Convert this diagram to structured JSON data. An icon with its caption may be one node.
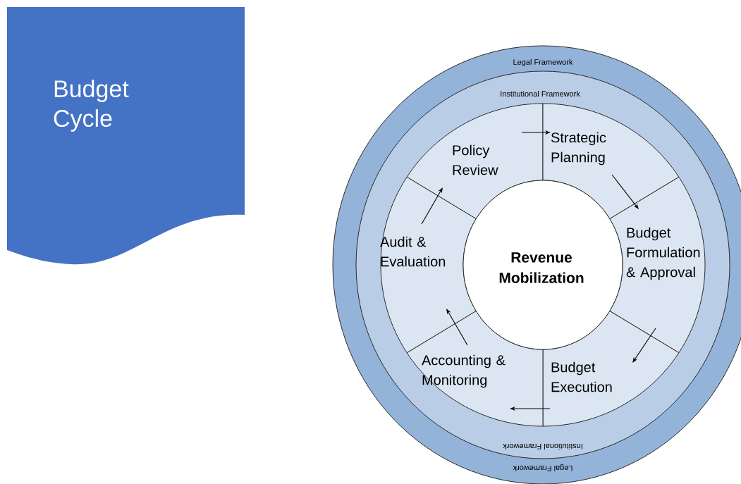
{
  "diagram": {
    "nodes": [
      {
        "text": [
          "Budget Cycle"
        ]
      },
      {
        "text": [
          "Legal Framework",
          "Legal Framework"
        ]
      },
      {
        "text": [
          "Institutional Framework",
          "Institutional Framework"
        ],
        "in": 1
      },
      {
        "text": [
          "Policy Review"
        ],
        "in": 2
      },
      {
        "text": [
          "Strategic Planning"
        ],
        "in": 2
      },
      {
        "text": [
          "Budget Formulation & Approval"
        ],
        "in": 2
      },
      {
        "text": [
          "Budget Execution"
        ],
        "in": 2
      },
      {
        "text": [
          "Accounting & Monitoring"
        ],
        "in": 2
      },
      {
        "text": [
          "Audit & Evaluation"
        ],
        "in": 2
      },
      {
        "text": [
          "Revenue Mobilization"
        ],
        "in": 2
      }
    ],
    "edges": [
      {
        "from": 3,
        "to": 4,
        "arrow": "to"
      },
      {
        "from": 4,
        "to": 5,
        "arrow": "to"
      },
      {
        "from": 5,
        "to": 6,
        "arrow": "to"
      },
      {
        "from": 6,
        "to": 7,
        "arrow": "to"
      },
      {
        "from": 7,
        "to": 8,
        "arrow": "to"
      },
      {
        "from": 8,
        "to": 3,
        "arrow": "to"
      }
    ]
  }
}
